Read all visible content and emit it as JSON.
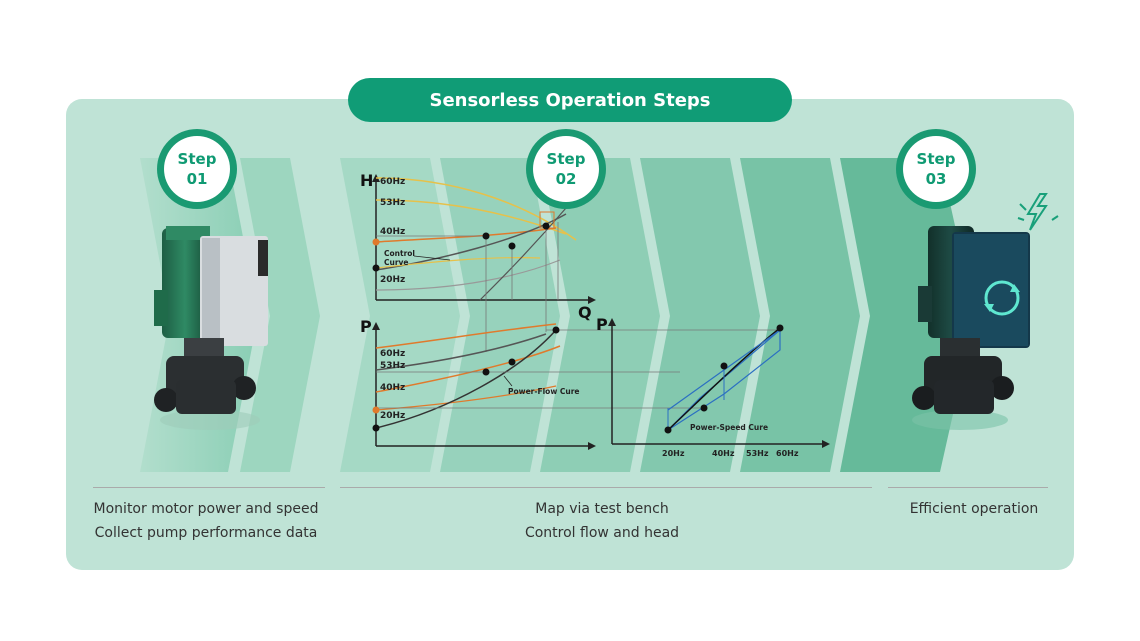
{
  "title": "Sensorless Operation Steps",
  "steps": [
    {
      "word": "Step",
      "number": "01"
    },
    {
      "word": "Step",
      "number": "02"
    },
    {
      "word": "Step",
      "number": "03"
    }
  ],
  "captions": {
    "step1": [
      "Monitor motor power and speed",
      "Collect pump performance data"
    ],
    "step2": [
      "Map via test bench",
      "Control flow and head"
    ],
    "step3": [
      "Efficient operation"
    ]
  },
  "chart_hq": {
    "y_axis": "H",
    "x_axis": "Q",
    "freq_labels": [
      "60Hz",
      "53Hz",
      "40Hz",
      "20Hz"
    ],
    "annotation": "Control Curve"
  },
  "chart_pq": {
    "y_axis": "P",
    "freq_labels": [
      "60Hz",
      "53Hz",
      "40Hz",
      "20Hz"
    ],
    "annotation": "Power-Flow Cure"
  },
  "chart_ps": {
    "y_axis": "P",
    "x_ticks": [
      "20Hz",
      "40Hz",
      "53Hz",
      "60Hz"
    ],
    "annotation": "Power-Speed Cure"
  },
  "colors": {
    "brand": "#109c76",
    "panel": "#bfe3d6",
    "chevron": "#6cc3a5",
    "motor": "#1f6b4a",
    "curve_orange": "#e07a2c",
    "curve_yellow": "#e6c14a",
    "curve_blue": "#2b6fc2"
  },
  "icons": [
    "pump-motor-icon",
    "lightning-icon",
    "refresh-icon"
  ]
}
